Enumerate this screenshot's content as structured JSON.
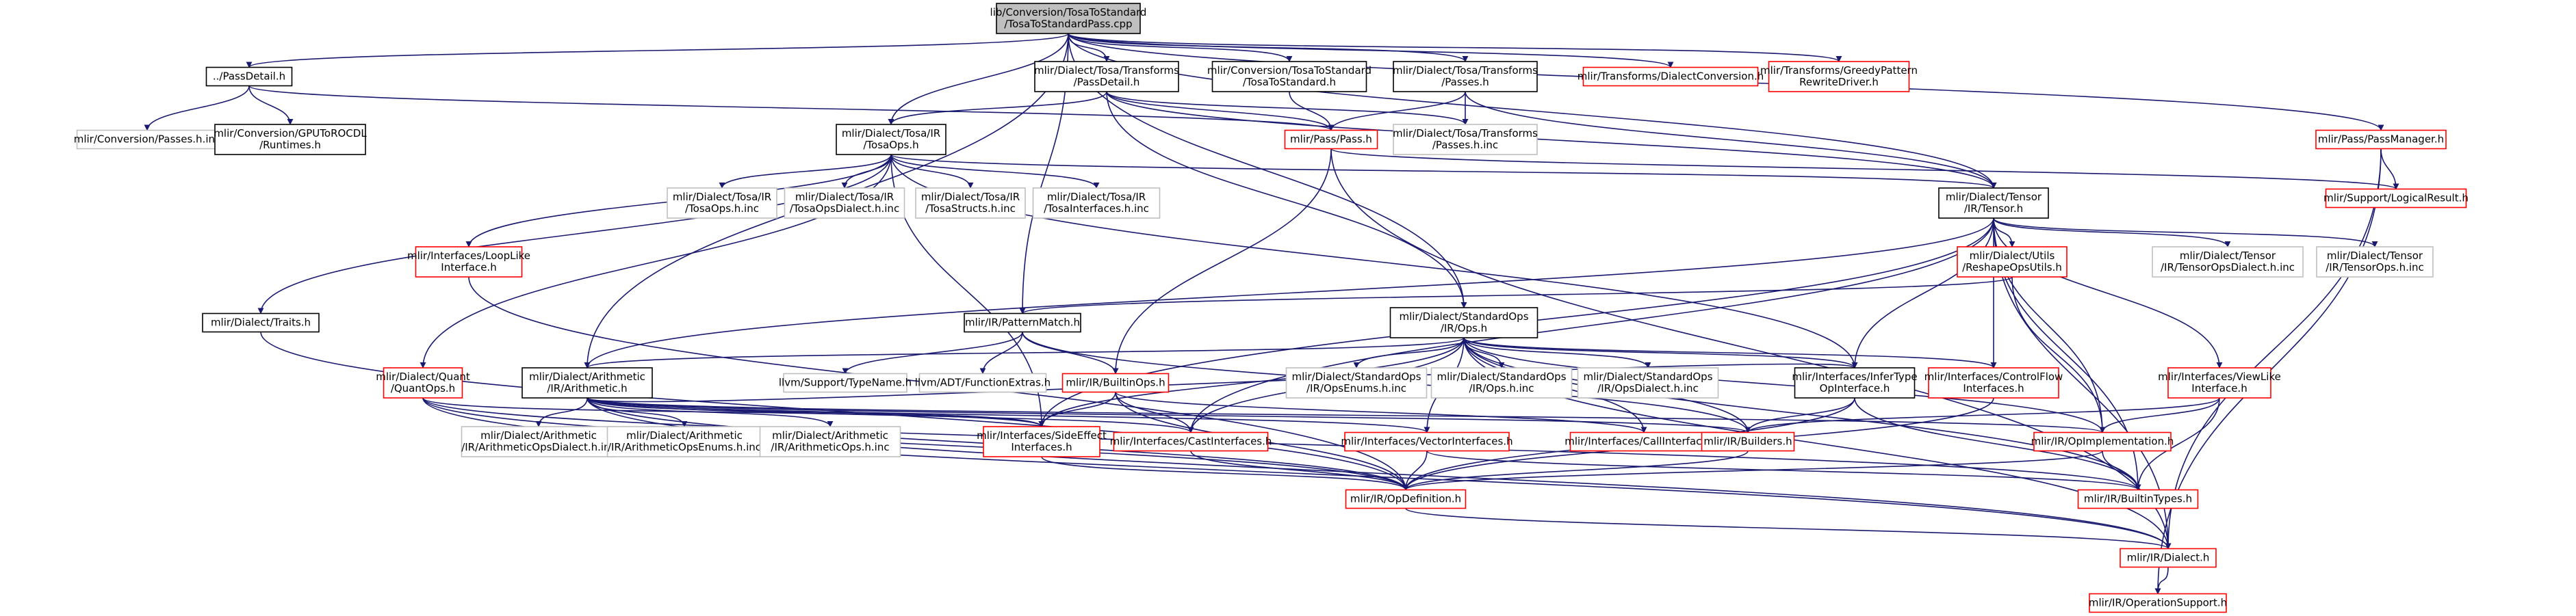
{
  "colors": {
    "edge": "#191970",
    "border_root": "#000000",
    "fill_root": "#bfbfbf",
    "border_documented": "#000000",
    "border_missing": "#ff0000",
    "border_external": "#bfbfbf",
    "fill_default": "#ffffff"
  },
  "nodes": [
    {
      "id": "root",
      "kind": "root",
      "lines": [
        "lib/Conversion/TosaToStandard",
        "/TosaToStandardPass.cpp"
      ]
    },
    {
      "id": "passdetail_local",
      "kind": "doc",
      "lines": [
        "../PassDetail.h"
      ]
    },
    {
      "id": "conv_passes_inc",
      "kind": "ext",
      "lines": [
        "mlir/Conversion/Passes.h.inc"
      ]
    },
    {
      "id": "gpu_rocdl",
      "kind": "doc",
      "lines": [
        "mlir/Conversion/GPUToROCDL",
        "/Runtimes.h"
      ]
    },
    {
      "id": "tosa_transforms_passdetail",
      "kind": "doc",
      "lines": [
        "mlir/Dialect/Tosa/Transforms",
        "/PassDetail.h"
      ]
    },
    {
      "id": "conv_tosatostd_h",
      "kind": "doc",
      "lines": [
        "mlir/Conversion/TosaToStandard",
        "/TosaToStandard.h"
      ]
    },
    {
      "id": "tosa_transforms_passes",
      "kind": "doc",
      "lines": [
        "mlir/Dialect/Tosa/Transforms",
        "/Passes.h"
      ]
    },
    {
      "id": "dialect_conversion",
      "kind": "miss",
      "lines": [
        "mlir/Transforms/DialectConversion.h"
      ]
    },
    {
      "id": "greedy_rewrite",
      "kind": "miss",
      "lines": [
        "mlir/Transforms/GreedyPattern",
        "RewriteDriver.h"
      ]
    },
    {
      "id": "tosa_ops_h",
      "kind": "doc",
      "lines": [
        "mlir/Dialect/Tosa/IR",
        "/TosaOps.h"
      ]
    },
    {
      "id": "pass_h",
      "kind": "miss",
      "lines": [
        "mlir/Pass/Pass.h"
      ]
    },
    {
      "id": "tosa_passes_inc",
      "kind": "ext",
      "lines": [
        "mlir/Dialect/Tosa/Transforms",
        "/Passes.h.inc"
      ]
    },
    {
      "id": "pass_manager",
      "kind": "miss",
      "lines": [
        "mlir/Pass/PassManager.h"
      ]
    },
    {
      "id": "tosaops_inc",
      "kind": "ext",
      "lines": [
        "mlir/Dialect/Tosa/IR",
        "/TosaOps.h.inc"
      ]
    },
    {
      "id": "tosaopsdialect_inc",
      "kind": "ext",
      "lines": [
        "mlir/Dialect/Tosa/IR",
        "/TosaOpsDialect.h.inc"
      ]
    },
    {
      "id": "tosastructs_inc",
      "kind": "ext",
      "lines": [
        "mlir/Dialect/Tosa/IR",
        "/TosaStructs.h.inc"
      ]
    },
    {
      "id": "tosainterfaces_inc",
      "kind": "ext",
      "lines": [
        "mlir/Dialect/Tosa/IR",
        "/TosaInterfaces.h.inc"
      ]
    },
    {
      "id": "tensor_h",
      "kind": "doc",
      "lines": [
        "mlir/Dialect/Tensor",
        "/IR/Tensor.h"
      ]
    },
    {
      "id": "logical_result",
      "kind": "miss",
      "lines": [
        "mlir/Support/LogicalResult.h"
      ]
    },
    {
      "id": "loop_like",
      "kind": "miss",
      "lines": [
        "mlir/Interfaces/LoopLike",
        "Interface.h"
      ]
    },
    {
      "id": "reshape_utils",
      "kind": "miss",
      "lines": [
        "mlir/Dialect/Utils",
        "/ReshapeOpsUtils.h"
      ]
    },
    {
      "id": "tensor_dialect_inc",
      "kind": "ext",
      "lines": [
        "mlir/Dialect/Tensor",
        "/IR/TensorOpsDialect.h.inc"
      ]
    },
    {
      "id": "tensor_ops_inc",
      "kind": "ext",
      "lines": [
        "mlir/Dialect/Tensor",
        "/IR/TensorOps.h.inc"
      ]
    },
    {
      "id": "traits_h",
      "kind": "doc",
      "lines": [
        "mlir/Dialect/Traits.h"
      ]
    },
    {
      "id": "pattern_match",
      "kind": "doc",
      "lines": [
        "mlir/IR/PatternMatch.h"
      ]
    },
    {
      "id": "std_ops_h",
      "kind": "doc",
      "lines": [
        "mlir/Dialect/StandardOps",
        "/IR/Ops.h"
      ]
    },
    {
      "id": "quant_ops",
      "kind": "miss",
      "lines": [
        "mlir/Dialect/Quant",
        "/QuantOps.h"
      ]
    },
    {
      "id": "arith_h",
      "kind": "doc",
      "lines": [
        "mlir/Dialect/Arithmetic",
        "/IR/Arithmetic.h"
      ]
    },
    {
      "id": "type_name",
      "kind": "ext",
      "lines": [
        "llvm/Support/TypeName.h"
      ]
    },
    {
      "id": "function_extras",
      "kind": "ext",
      "lines": [
        "llvm/ADT/FunctionExtras.h"
      ]
    },
    {
      "id": "builtin_ops",
      "kind": "miss",
      "lines": [
        "mlir/IR/BuiltinOps.h"
      ]
    },
    {
      "id": "std_enums_inc",
      "kind": "ext",
      "lines": [
        "mlir/Dialect/StandardOps",
        "/IR/OpsEnums.h.inc"
      ]
    },
    {
      "id": "std_ops_inc",
      "kind": "ext",
      "lines": [
        "mlir/Dialect/StandardOps",
        "/IR/Ops.h.inc"
      ]
    },
    {
      "id": "std_dialect_inc",
      "kind": "ext",
      "lines": [
        "mlir/Dialect/StandardOps",
        "/IR/OpsDialect.h.inc"
      ]
    },
    {
      "id": "infer_type",
      "kind": "doc",
      "lines": [
        "mlir/Interfaces/InferType",
        "OpInterface.h"
      ]
    },
    {
      "id": "control_flow",
      "kind": "miss",
      "lines": [
        "mlir/Interfaces/ControlFlow",
        "Interfaces.h"
      ]
    },
    {
      "id": "view_like",
      "kind": "miss",
      "lines": [
        "mlir/Interfaces/ViewLike",
        "Interface.h"
      ]
    },
    {
      "id": "arith_dialect_inc",
      "kind": "ext",
      "lines": [
        "mlir/Dialect/Arithmetic",
        "/IR/ArithmeticOpsDialect.h.inc"
      ]
    },
    {
      "id": "arith_enums_inc",
      "kind": "ext",
      "lines": [
        "mlir/Dialect/Arithmetic",
        "/IR/ArithmeticOpsEnums.h.inc"
      ]
    },
    {
      "id": "arith_ops_inc",
      "kind": "ext",
      "lines": [
        "mlir/Dialect/Arithmetic",
        "/IR/ArithmeticOps.h.inc"
      ]
    },
    {
      "id": "side_effect",
      "kind": "miss",
      "lines": [
        "mlir/Interfaces/SideEffect",
        "Interfaces.h"
      ]
    },
    {
      "id": "cast_interfaces",
      "kind": "miss",
      "lines": [
        "mlir/Interfaces/CastInterfaces.h"
      ]
    },
    {
      "id": "vector_interfaces",
      "kind": "miss",
      "lines": [
        "mlir/Interfaces/VectorInterfaces.h"
      ]
    },
    {
      "id": "call_interfaces",
      "kind": "miss",
      "lines": [
        "mlir/Interfaces/CallInterfaces.h"
      ]
    },
    {
      "id": "builders",
      "kind": "miss",
      "lines": [
        "mlir/IR/Builders.h"
      ]
    },
    {
      "id": "op_impl",
      "kind": "miss",
      "lines": [
        "mlir/IR/OpImplementation.h"
      ]
    },
    {
      "id": "op_definition",
      "kind": "miss",
      "lines": [
        "mlir/IR/OpDefinition.h"
      ]
    },
    {
      "id": "builtin_types",
      "kind": "miss",
      "lines": [
        "mlir/IR/BuiltinTypes.h"
      ]
    },
    {
      "id": "dialect_h",
      "kind": "miss",
      "lines": [
        "mlir/IR/Dialect.h"
      ]
    },
    {
      "id": "operation_support",
      "kind": "miss",
      "lines": [
        "mlir/IR/OperationSupport.h"
      ]
    }
  ]
}
